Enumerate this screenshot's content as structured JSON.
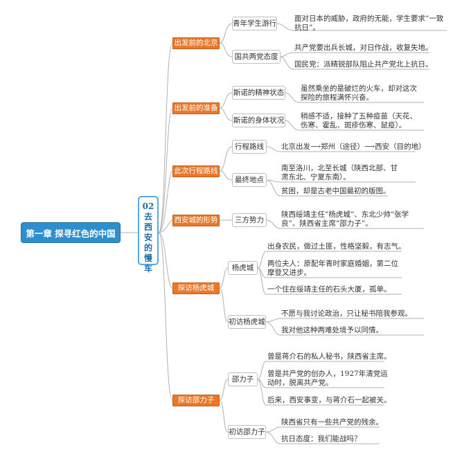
{
  "root": {
    "label": "第一章 探寻红色的中国"
  },
  "chapter": {
    "num": "02",
    "title": "去西安的慢车"
  },
  "branches": {
    "b1": {
      "label": "出发前的北京",
      "s1": {
        "label": "青年学生游行",
        "l1": "面对日本的威胁，政府的无能，学生要求”一致抗日”。"
      },
      "s2": {
        "label": "国共两党态度",
        "l1": "共产党要出兵长城，对日作战，收复失地。",
        "l2": "国民党：派精锐部队阻止共产党北上抗日。"
      }
    },
    "b2": {
      "label": "出发前的准备",
      "s1": {
        "label": "斯诺的精神状态",
        "l1": "虽然乘坐的是破烂的火车，却对这次探险的旅程满怀兴奋。"
      },
      "s2": {
        "label": "斯诺的身体状况",
        "l1": "稍感不适，接种了五种疫苗（天花、伤寒、霍乱、斑疹伤寒、鼠疫）。"
      }
    },
    "b3": {
      "label": "此次行程路线",
      "s1": {
        "label": "行程路线",
        "l1": "北京出发⟶郑州（途径）⟶西安（目的地）"
      },
      "s2": {
        "label": "最终地点",
        "l1": "南至洛川，北至长城（陕西北部、甘肃东北、宁夏东南）。",
        "l2": "贫困，却是古老中国最初的版图。"
      }
    },
    "b4": {
      "label": "西安城的形势",
      "s1": {
        "label": "三方势力",
        "l1": "陕西绥靖主任”杨虎城”、东北少帅”张学良”、陕西省主席”邵力子”。"
      }
    },
    "b5": {
      "label": "探访杨虎城",
      "s1": {
        "label": "杨虎城",
        "l1": "出身农民，做过土匪，性格坚毅，有志气。",
        "l2": "两位夫人：原配年青时家庭婚姻，第二位摩登又进步。",
        "l3": "一个住在绥靖主任的石头大厦，孤单。"
      },
      "s2": {
        "label": "初访杨虎城",
        "l1": "不愿与我讨论政治，只让秘书陪我参观。",
        "l2": "我对他这种两难处境予以同情。"
      }
    },
    "b6": {
      "label": "探访邵力子",
      "s1": {
        "label": "邵力子",
        "l1": "曾是蒋介石的私人秘书，陕西省主席。",
        "l2": "曾是共产党的创办人，1927年清党运动时，脱离共产党。",
        "l3": "后来，西安事变，与蒋介石一起被关。"
      },
      "s2": {
        "label": "初访邵力子",
        "l1": "陕西省只有一些共产党的残余。",
        "l2": "抗日态度：我们能战吗？"
      }
    }
  },
  "colors": {
    "root": "#2e8fcf",
    "branch": "#e9782b",
    "line": "#b0b0b0"
  }
}
